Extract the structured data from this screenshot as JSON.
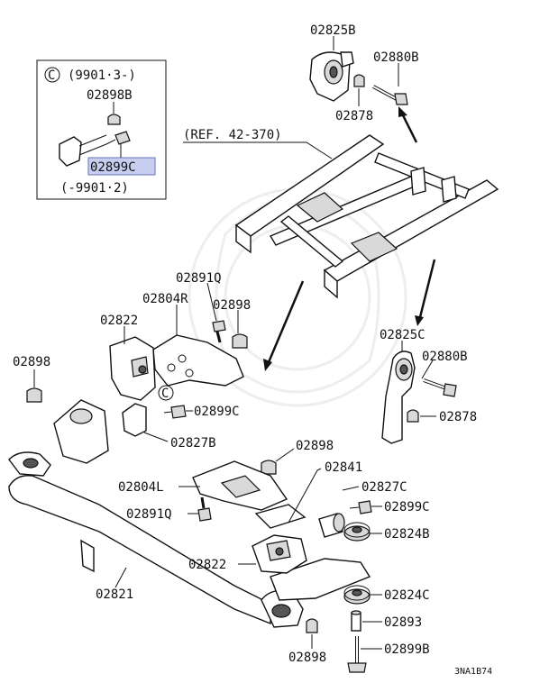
{
  "inset": {
    "symbol": "C",
    "date_top": "(9901·3-)",
    "date_bottom": "(-9901·2)",
    "part_top": "02898B",
    "part_highlight": "02899C"
  },
  "ref_label": "(REF. 42-370)",
  "highlight_color": "#c7cef0",
  "labels": {
    "p02825B": "02825B",
    "p02880B_top": "02880B",
    "p02878_top": "02878",
    "p02891Q_top": "02891Q",
    "p02804R": "02804R",
    "p02898_mid": "02898",
    "p02822_top": "02822",
    "p02898_left": "02898",
    "p02899C_mid": "02899C",
    "p02827B": "02827B",
    "p02825C": "02825C",
    "p02880B_right": "02880B",
    "p02878_right": "02878",
    "p02898_center": "02898",
    "p02841": "02841",
    "p02804L": "02804L",
    "p02827C": "02827C",
    "p02891Q_low": "02891Q",
    "p02899C_right": "02899C",
    "p02824B": "02824B",
    "p02822_low": "02822",
    "p02821": "02821",
    "p02824C": "02824C",
    "p02893": "02893",
    "p02898_bottom": "02898",
    "p02899B": "02899B"
  },
  "mid_symbol": "C",
  "figure_code": "3NA1B74"
}
